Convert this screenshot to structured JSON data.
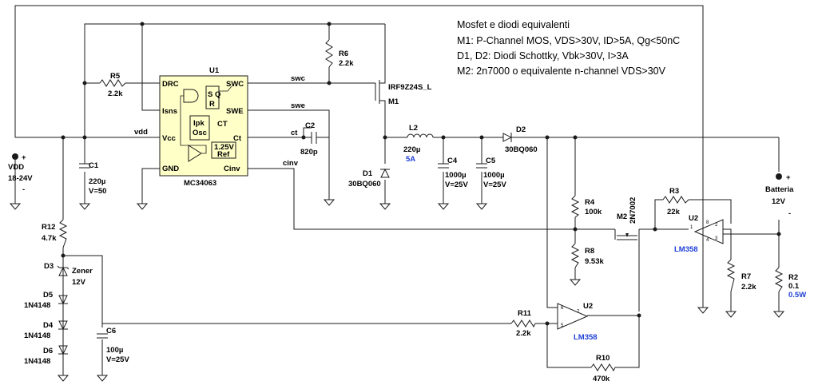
{
  "notes": {
    "title": "Mosfet e diodi equivalenti",
    "lines": [
      "M1: P-Channel MOS, VDS>30V, ID>5A, Qg<50nC",
      "D1, D2: Diodi Schottky, Vbk>30V, I>3A",
      "M2: 2n7000 o equivalente n-channel VDS>30V"
    ]
  },
  "ic": {
    "ref": "U1",
    "part": "MC34063",
    "pins": {
      "drc": "DRC",
      "swc": "SWC",
      "isns": "Isns",
      "swe": "SWE",
      "vcc": "Vcc",
      "ct": "Ct",
      "gnd": "GND",
      "cinv": "Cinv"
    },
    "inner": {
      "sq": "S Q",
      "r": "R",
      "ipk": "Ipk",
      "osc": "Osc",
      "ct": "CT",
      "ref_v": "1.25V",
      "ref": "Ref"
    }
  },
  "nets": {
    "vdd": "vdd",
    "swc": "swc",
    "swe": "swe",
    "ct": "ct",
    "cinv": "cinv"
  },
  "sources": {
    "vdd": {
      "name": "VDD",
      "value": "18-24V",
      "plus": "+",
      "minus": "-"
    },
    "batt": {
      "name": "Batteria",
      "value": "12V",
      "plus": "+",
      "minus": "-"
    }
  },
  "components": {
    "R5": {
      "ref": "R5",
      "value": "2.2k"
    },
    "R6": {
      "ref": "R6",
      "value": "2.2k"
    },
    "M1": {
      "ref": "M1",
      "value": "IRF9Z24S_L"
    },
    "C1": {
      "ref": "C1",
      "value": "220µ",
      "v": "V=50"
    },
    "C2": {
      "ref": "C2",
      "value": "820p"
    },
    "L2": {
      "ref": "L2",
      "value": "220µ",
      "current": "5A"
    },
    "D1": {
      "ref": "D1",
      "value": "30BQ060"
    },
    "D2": {
      "ref": "D2",
      "value": "30BQ060"
    },
    "C4": {
      "ref": "C4",
      "value": "1000µ",
      "v": "V=25V"
    },
    "C5": {
      "ref": "C5",
      "value": "1000µ",
      "v": "V=25V"
    },
    "R4": {
      "ref": "R4",
      "value": "100k"
    },
    "R8": {
      "ref": "R8",
      "value": "9.53k"
    },
    "M2": {
      "ref": "M2",
      "value": "2N7002"
    },
    "R3": {
      "ref": "R3",
      "value": "22k"
    },
    "U2a": {
      "ref": "U2",
      "value": "LM358"
    },
    "U2b": {
      "ref": "U2",
      "value": "LM358"
    },
    "R7": {
      "ref": "R7",
      "value": "2.2k"
    },
    "R2": {
      "ref": "R2",
      "value": "0.1",
      "power": "0.5W"
    },
    "R12": {
      "ref": "R12",
      "value": "4.7k"
    },
    "D3": {
      "ref": "D3",
      "value": "Zener",
      "v": "12V"
    },
    "D5": {
      "ref": "D5",
      "value": "1N4148"
    },
    "D4": {
      "ref": "D4",
      "value": "1N4148"
    },
    "D6": {
      "ref": "D6",
      "value": "1N4148"
    },
    "C6": {
      "ref": "C6",
      "value": "100µ",
      "v": "V=25V"
    },
    "R11": {
      "ref": "R11",
      "value": "2.2k"
    },
    "R10": {
      "ref": "R10",
      "value": "470k"
    }
  },
  "opamp_pins": {
    "p1": "1",
    "p2": "2",
    "p3": "3",
    "p4": "4",
    "p5": "5",
    "p6": "6",
    "p7": "7",
    "p8": "8"
  }
}
